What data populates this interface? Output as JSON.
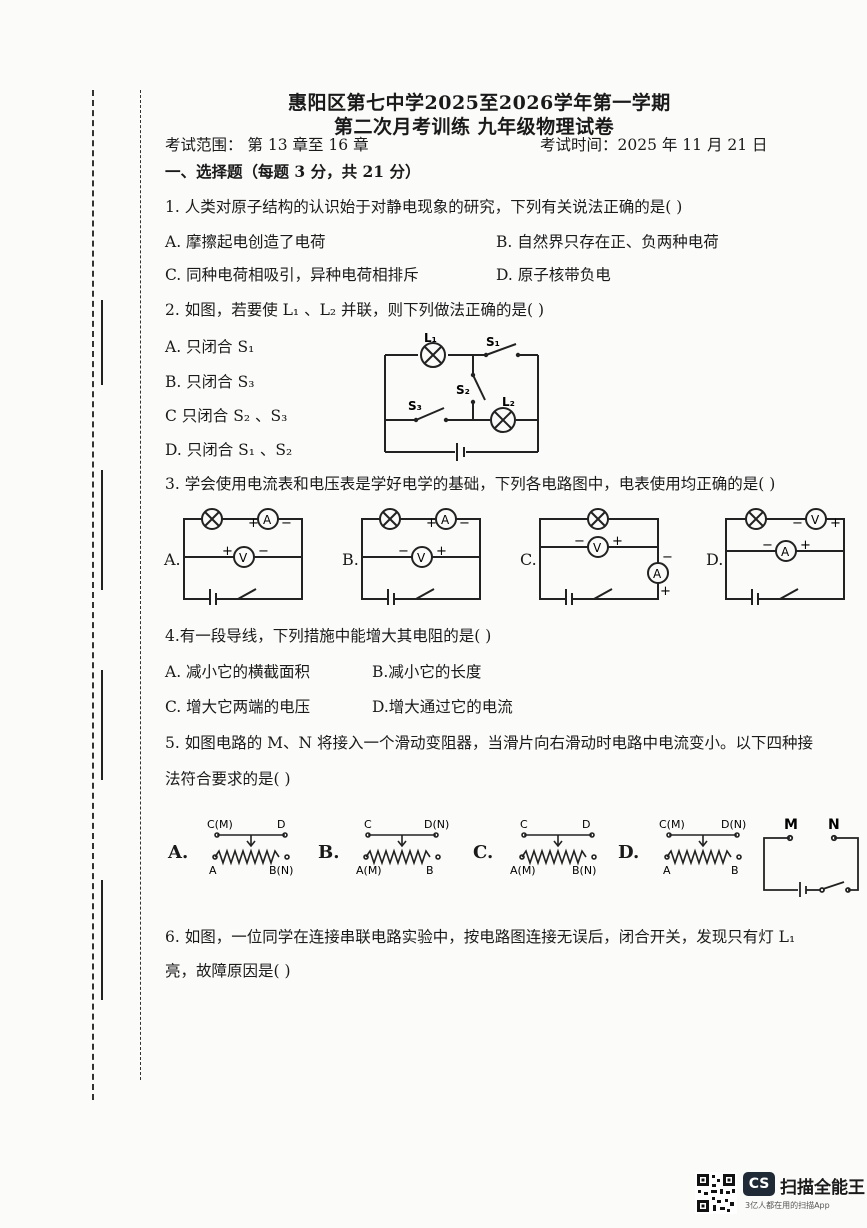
{
  "header": {
    "title_line1": "惠阳区第七中学2025至2026学年第一学期",
    "title_line2": "第二次月考训练   九年级物理试卷",
    "scope": "考试范围：  第 13 章至 16 章",
    "time": "考试时间：2025 年 11 月 21 日"
  },
  "section1": {
    "heading": "一、选择题（每题 3 分，共 21 分）"
  },
  "q1": {
    "stem": "1. 人类对原子结构的认识始于对静电现象的研究，下列有关说法正确的是(      )",
    "options": [
      "A. 摩擦起电创造了电荷",
      "B. 自然界只存在正、负两种电荷",
      "C. 同种电荷相吸引，异种电荷相排斥",
      "D. 原子核带负电"
    ]
  },
  "q2": {
    "stem": "2. 如图，若要使 L₁ 、L₂ 并联，则下列做法正确的是(      )",
    "options": [
      "A. 只闭合 S₁",
      "B. 只闭合 S₃",
      "C  只闭合 S₂ 、S₃",
      "D. 只闭合 S₁ 、S₂"
    ],
    "diagram": {
      "L1": "L₁",
      "L2": "L₂",
      "S1": "S₁",
      "S2": "S₂",
      "S3": "S₃"
    }
  },
  "q3": {
    "stem": "3. 学会使用电流表和电压表是学好电学的基础，下列各电路图中，电表使用均正确的是(      )",
    "labels": [
      "A.",
      "B.",
      "C.",
      "D."
    ],
    "meter_v": "V",
    "meter_a": "A",
    "plus": "+",
    "minus": "−"
  },
  "q4": {
    "stem": "4.有一段导线，下列措施中能增大其电阻的是(      )",
    "options": [
      "A. 减小它的横截面积",
      "B.减小它的长度",
      "C. 增大它两端的电压",
      "D.增大通过它的电流"
    ]
  },
  "q5": {
    "stem_line1": "5. 如图电路的 M、N 将接入一个滑动变阻器，当滑片向右滑动时电路中电流变小。以下四种接",
    "stem_line2": "法符合要求的是(      )",
    "labels": [
      "A.",
      "B.",
      "C.",
      "D."
    ],
    "rheostats": [
      {
        "tl": "C(M)",
        "tr": "D",
        "bl": "A",
        "br": "B(N)"
      },
      {
        "tl": "C",
        "tr": "D(N)",
        "bl": "A(M)",
        "br": "B"
      },
      {
        "tl": "C",
        "tr": "D",
        "bl": "A(M)",
        "br": "B(N)"
      },
      {
        "tl": "C(M)",
        "tr": "D(N)",
        "bl": "A",
        "br": "B"
      }
    ],
    "terminal_m": "M",
    "terminal_n": "N"
  },
  "q6": {
    "stem_line1": "6. 如图，一位同学在连接串联电路实验中，按电路图连接无误后，闭合开关，发现只有灯 L₁",
    "stem_line2": "亮，故障原因是(      )"
  },
  "footer": {
    "badge": "CS",
    "brand": "扫描全能王",
    "brand_sub": "3亿人都在用的扫描App"
  }
}
